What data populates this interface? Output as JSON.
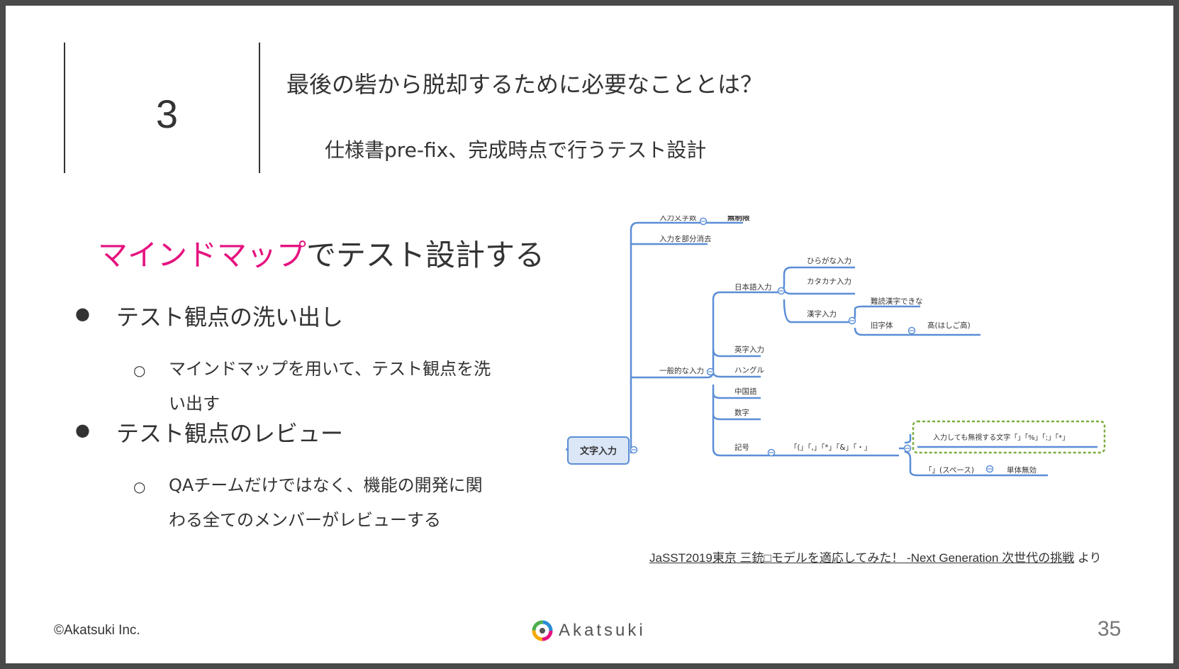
{
  "section": {
    "number": "3",
    "title": "最後の砦から脱却するために必要なこととは？",
    "subtitle": "仕様書pre-fix、完成時点で行うテスト設計"
  },
  "heading": {
    "highlight": "マインドマップ",
    "rest": "でテスト設計する"
  },
  "bullets": [
    {
      "text": "テスト観点の洗い出し",
      "sub": "マインドマップを用いて、テスト観点を洗い出す"
    },
    {
      "text": "テスト観点のレビュー",
      "sub": "QAチームだけではなく、機能の開発に関わる全てのメンバーがレビューする"
    }
  ],
  "bullet_mark": "●",
  "sub_bullet_mark": "○",
  "mindmap": {
    "root": "文字入力",
    "nodes": {
      "n_count": "入力文字数",
      "n_unlimited": "無制限",
      "n_partial": "入力を部分消去",
      "n_jp": "日本語入力",
      "n_hira": "ひらがな入力",
      "n_kata": "カタカナ入力",
      "n_kanji": "漢字入力",
      "n_difficult": "難読漢字できな",
      "n_old": "旧字体",
      "n_taka": "髙(はしご高)",
      "n_general": "一般的な入力",
      "n_en": "英字入力",
      "n_hangul": "ハングル",
      "n_cn": "中国語",
      "n_num": "数字",
      "n_symbol": "記号",
      "n_symbols_list": "「(」「,」「*」「&」「・」",
      "n_ignored": "入力しても無視する文字「」「%」「;」「*」",
      "n_space": "「」(スペース)",
      "n_single": "単体無効"
    }
  },
  "credit": {
    "link": "JaSST2019東京 三銃□モデルを適応してみた！ -Next Generation 次世代の挑戦",
    "suffix": "より"
  },
  "footer": {
    "copyright": "©Akatsuki Inc.",
    "logo": "Akatsuki",
    "page": "35"
  },
  "colors": {
    "accent": "#e6127f",
    "mindmap_line": "#5b8ed6",
    "dashed_box": "#7cae3e"
  }
}
